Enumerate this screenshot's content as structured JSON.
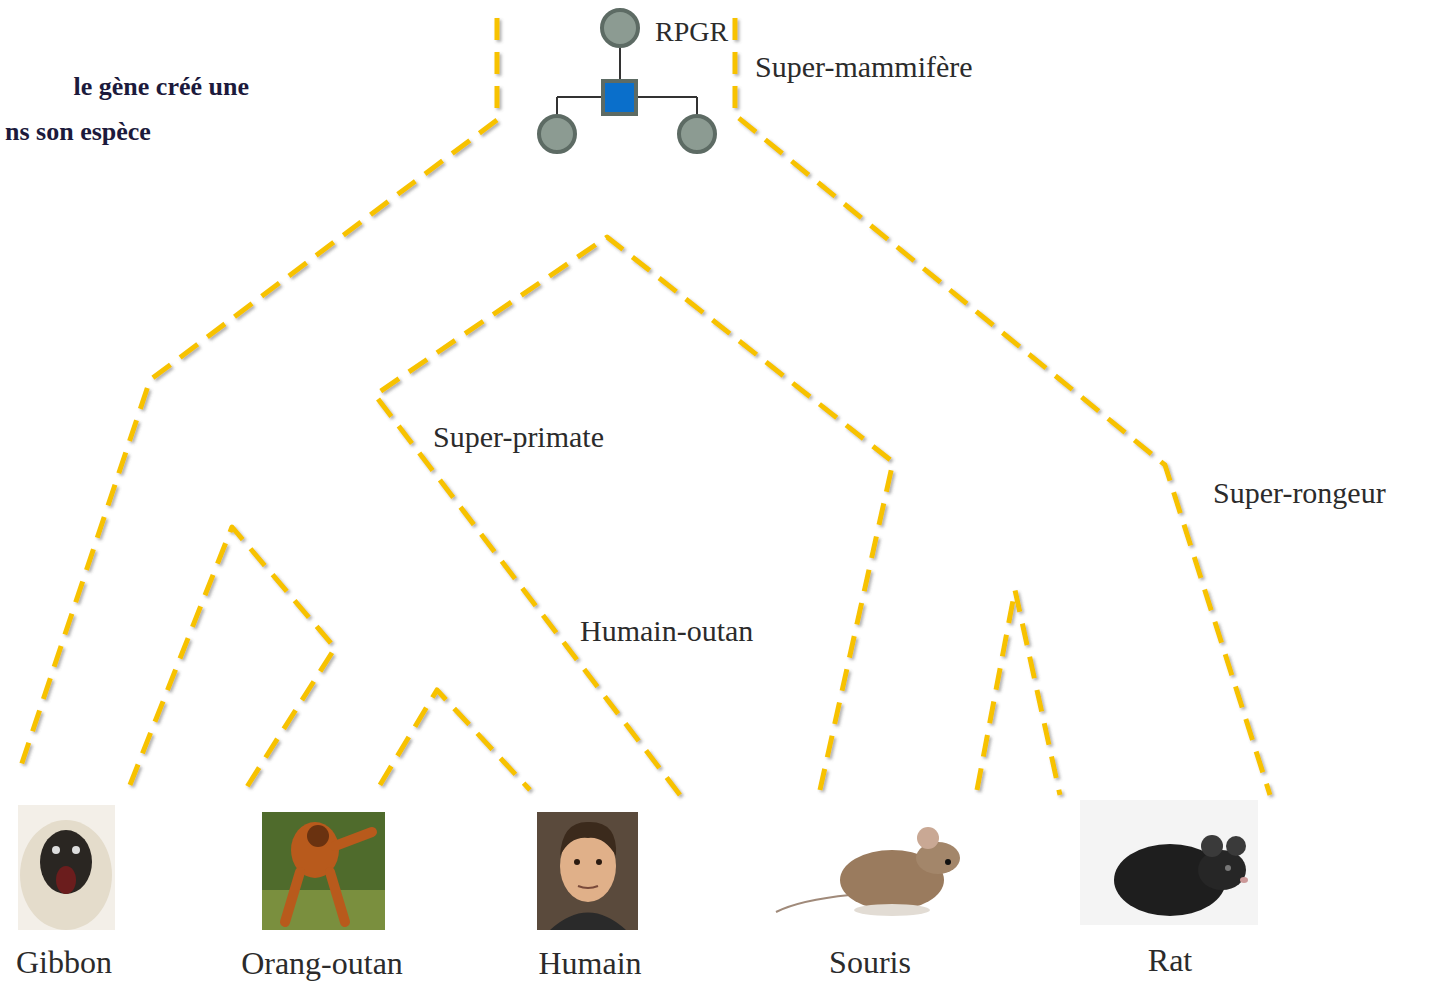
{
  "diagram": {
    "labels": [
      "le gène créé une",
      "ns son espèce",
      "RPGR",
      "Super-mammifère",
      "Super-primate",
      "Humain-outan",
      "Super-rongeur",
      "Gibbon",
      "Orang-outan",
      "Humain",
      "Souris",
      "Rat"
    ]
  }
}
